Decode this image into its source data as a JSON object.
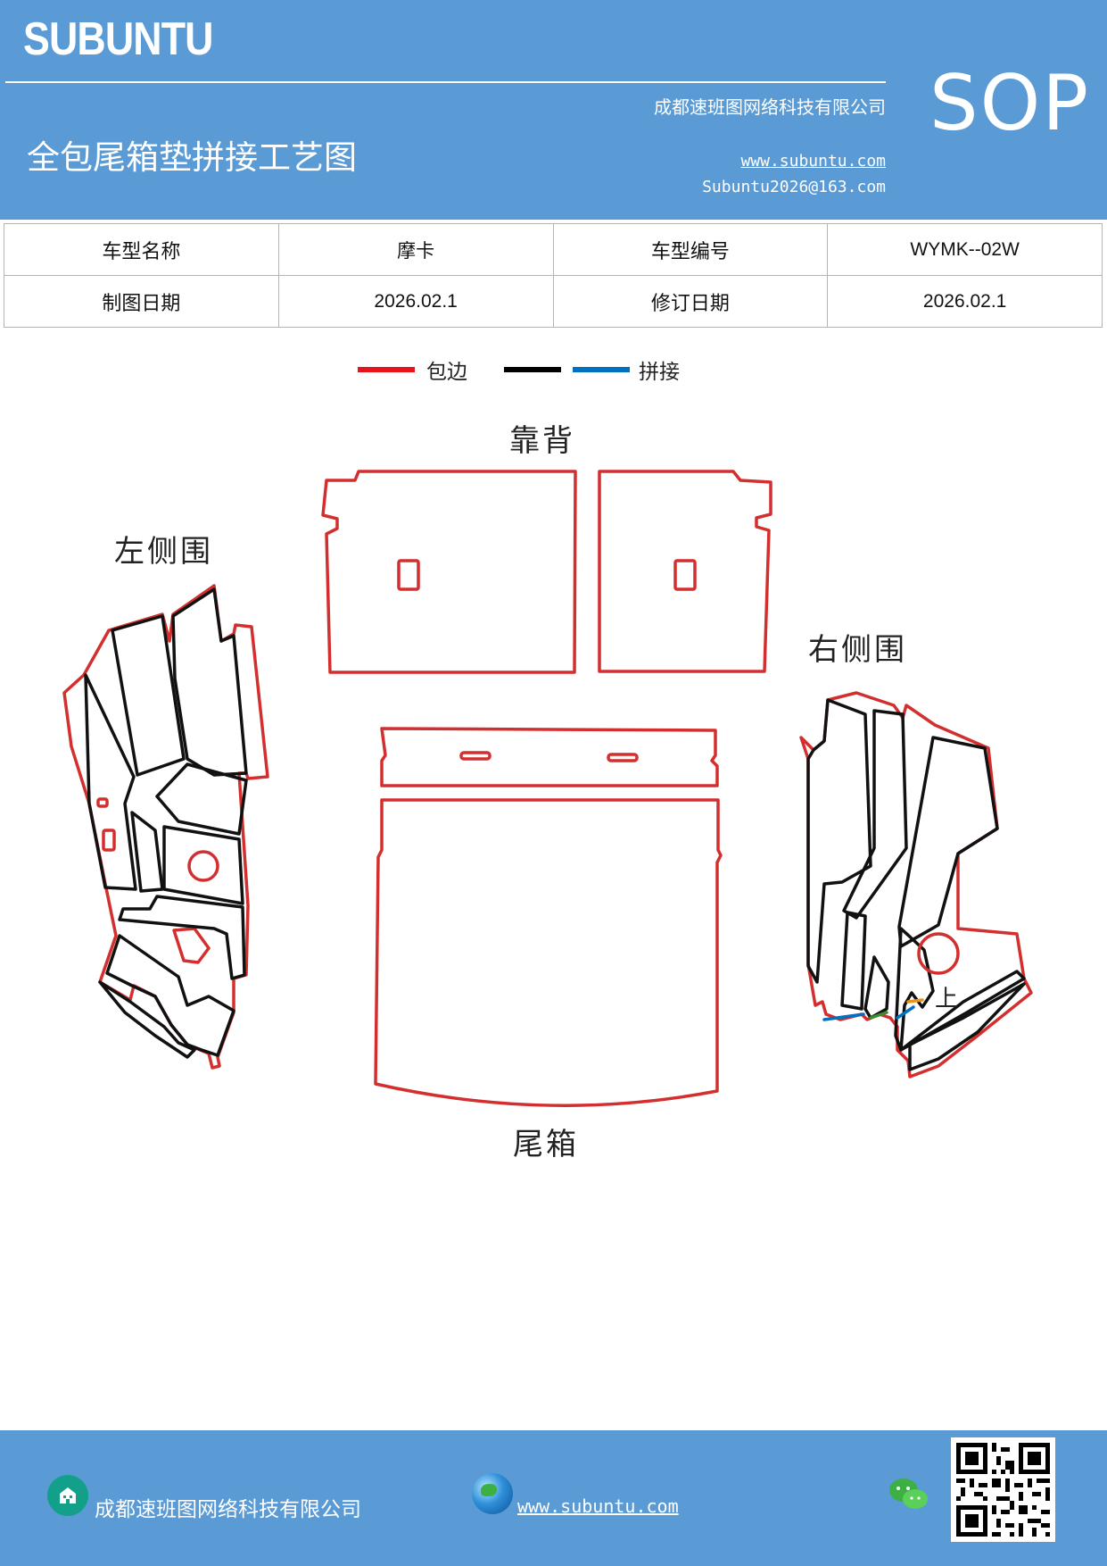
{
  "header": {
    "brand": "SUBUNTU",
    "company": "成都速班图网络科技有限公司",
    "title": "全包尾箱垫拼接工艺图",
    "website": "www.subuntu.com",
    "email": "Subuntu2026@163.com",
    "badge": "SOP"
  },
  "info_table": {
    "rows": [
      [
        "车型名称",
        "摩卡",
        "车型编号",
        "WYMK--02W"
      ],
      [
        "制图日期",
        "2026.02.1",
        "修订日期",
        "2026.02.1"
      ]
    ]
  },
  "legend": {
    "items": [
      {
        "label": "包边",
        "color": "#e8141a"
      },
      {
        "label": "",
        "color": "#000000"
      },
      {
        "label": "拼接",
        "color": "#0070c0"
      }
    ]
  },
  "pieces": {
    "back": "靠背",
    "left": "左侧围",
    "right": "右侧围",
    "trunk": "尾箱",
    "mark": "上"
  },
  "colors": {
    "header_bg": "#5b9bd5",
    "outline_red": "#d32f2f",
    "outline_black": "#111111"
  },
  "footer": {
    "company": "成都速班图网络科技有限公司",
    "website": "www.subuntu.com"
  }
}
